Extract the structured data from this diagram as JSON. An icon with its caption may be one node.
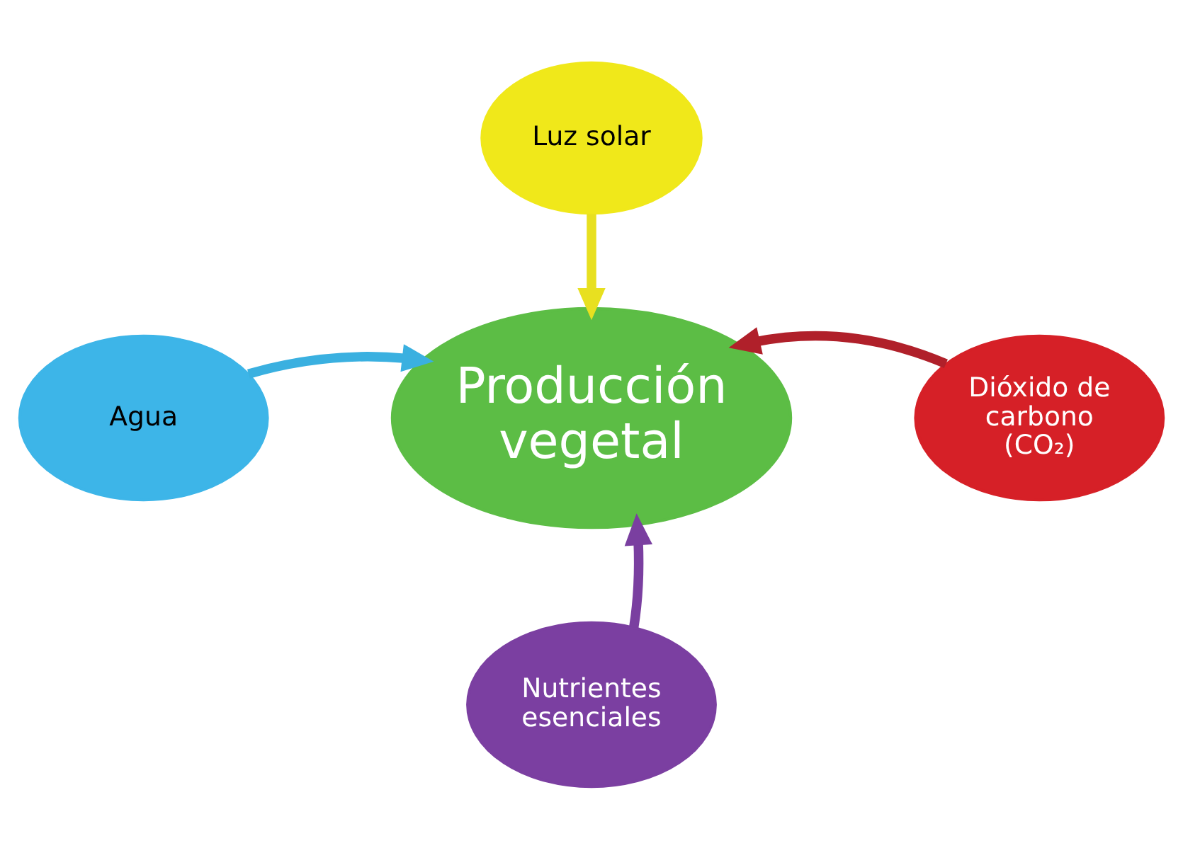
{
  "diagram": {
    "nodes": [
      {
        "text": [
          "Luz solar"
        ]
      },
      {
        "text": [
          "Agua"
        ]
      },
      {
        "text": [
          "Producción vegetal"
        ]
      },
      {
        "text": [
          "Dióxido de carbono (CO₂)"
        ]
      },
      {
        "text": [
          "Nutrientes esenciales"
        ]
      }
    ],
    "edges": [
      {
        "from": 0,
        "to": 2,
        "arrow": "to",
        "color": "#e8e020"
      },
      {
        "from": 1,
        "to": 2,
        "arrow": "to",
        "color": "#3ab0e0"
      },
      {
        "from": 3,
        "to": 2,
        "arrow": "to",
        "color": "#b0202a"
      },
      {
        "from": 4,
        "to": 2,
        "arrow": "to",
        "color": "#7a3fa0"
      }
    ]
  }
}
